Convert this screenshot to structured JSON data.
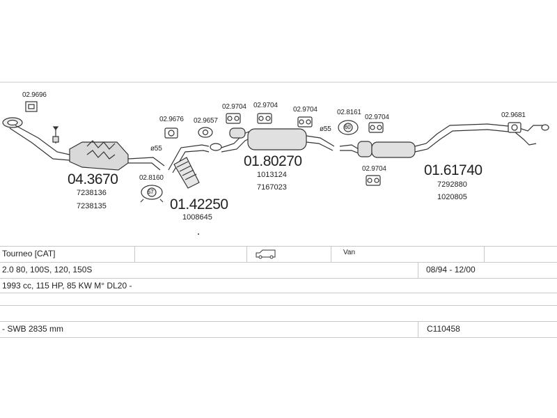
{
  "parts": {
    "clamp_top": "02.9696",
    "catalyst_no": "04.3670",
    "catalyst_oe_1": "7238136",
    "catalyst_oe_2": "7238135",
    "hanger_9676": "02.9676",
    "hanger_9657": "02.9657",
    "diam_55_a": "ø55",
    "gasket_8160": "02.8160",
    "front_pipe_no": "01.42250",
    "front_pipe_oe": "1008645",
    "hanger_9704_a": "02.9704",
    "hanger_9704_b": "02.9704",
    "hanger_9704_c": "02.9704",
    "middle_no": "01.80270",
    "middle_oe_1": "1013124",
    "middle_oe_2": "7167023",
    "gasket_8161": "02.8161",
    "diam_55_b": "ø55",
    "hanger_9704_d": "02.9704",
    "hanger_9704_e": "02.9704",
    "rear_no": "01.61740",
    "rear_oe_1": "7292880",
    "rear_oe_2": "1020805",
    "hanger_9681": "02.9681",
    "gasket_8160_badge": "57",
    "gasket_8161_badge": "60"
  },
  "table": {
    "model": "Tourneo  [CAT]",
    "body_type": "Van",
    "engine_variants": "2.0 80, 100S, 120, 150S",
    "years": "08/94 - 12/00",
    "engine_spec": "1993 cc, 115 HP, 85 KW M° DL20 -",
    "wheelbase": "- SWB 2835 mm",
    "code": "C110458"
  }
}
